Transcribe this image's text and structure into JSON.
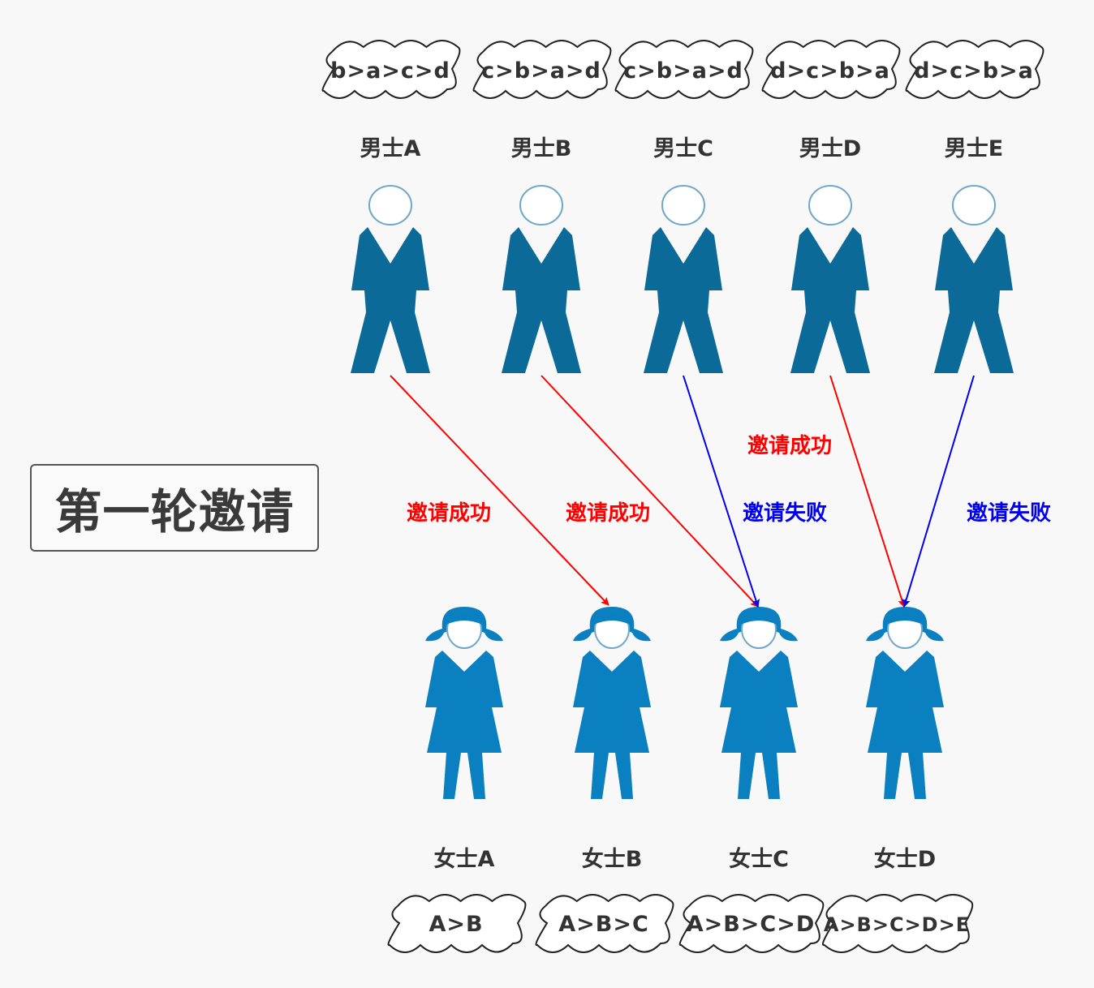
{
  "title": "第一轮邀请",
  "colors": {
    "man": "#0b6a98",
    "woman": "#0a80c1",
    "head_stroke": "#6fa8c8",
    "accept": "#ff0000",
    "reject": "#0000ee",
    "text": "#333333"
  },
  "men": [
    {
      "name": "男士A",
      "pref": "b>a>c>d"
    },
    {
      "name": "男士B",
      "pref": "c>b>a>d"
    },
    {
      "name": "男士C",
      "pref": "c>b>a>d"
    },
    {
      "name": "男士D",
      "pref": "d>c>b>a"
    },
    {
      "name": "男士E",
      "pref": "d>c>b>a"
    }
  ],
  "women": [
    {
      "name": "女士A",
      "pref": "A>B"
    },
    {
      "name": "女士B",
      "pref": "A>B>C"
    },
    {
      "name": "女士C",
      "pref": "A>B>C>D"
    },
    {
      "name": "女士D",
      "pref": "A>B>C>D>E"
    }
  ],
  "invitations": [
    {
      "from": 0,
      "to": 1,
      "result": "accept",
      "label": "邀请成功"
    },
    {
      "from": 1,
      "to": 2,
      "result": "accept",
      "label": "邀请成功"
    },
    {
      "from": 2,
      "to": 2,
      "result": "reject",
      "label": "邀请失败"
    },
    {
      "from": 3,
      "to": 3,
      "result": "accept",
      "label": "邀请成功"
    },
    {
      "from": 4,
      "to": 3,
      "result": "reject",
      "label": "邀请失败"
    }
  ]
}
